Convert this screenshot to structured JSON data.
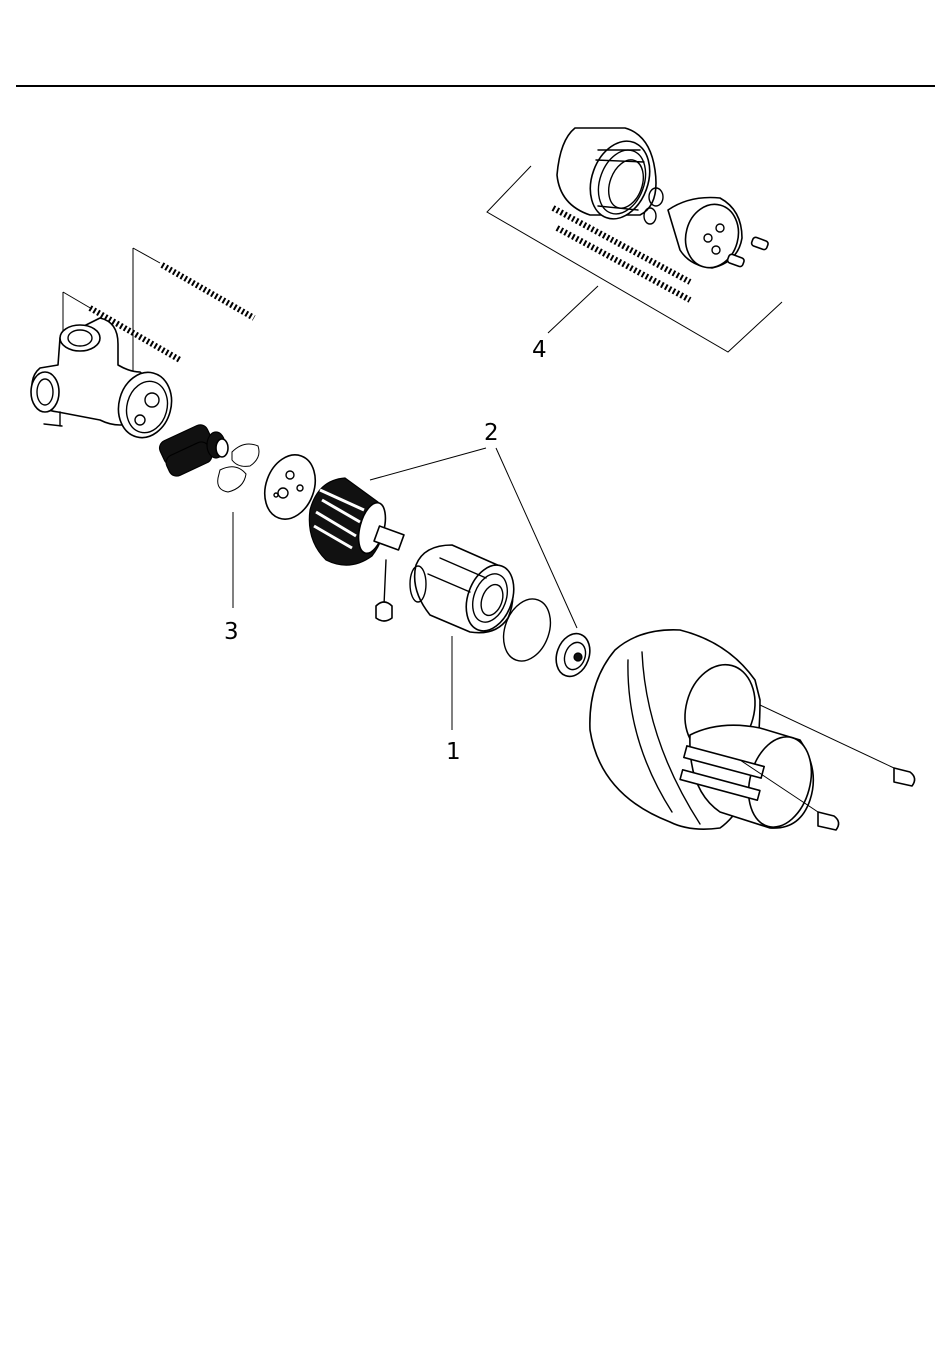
{
  "callouts": [
    {
      "id": "1",
      "text": "1"
    },
    {
      "id": "2",
      "text": "2"
    },
    {
      "id": "3",
      "text": "3"
    },
    {
      "id": "4",
      "text": "4"
    }
  ],
  "colors": {
    "line": "#000000",
    "background": "#ffffff"
  }
}
